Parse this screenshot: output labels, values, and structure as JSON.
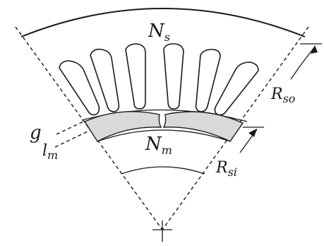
{
  "labels": {
    "stator": {
      "main": "N",
      "sub": "s"
    },
    "rotor_magnets": {
      "main": "N",
      "sub": "m"
    },
    "stator_outer_radius": {
      "main": "R",
      "sub": "so"
    },
    "stator_inner_radius": {
      "main": "R",
      "sub": "si"
    },
    "air_gap": "g",
    "magnet_length": {
      "main": "l",
      "sub": "m"
    }
  },
  "colors": {
    "ink": "#1a1a1a",
    "magnet_fill": "#d9d9d9",
    "background": "#ffffff"
  }
}
